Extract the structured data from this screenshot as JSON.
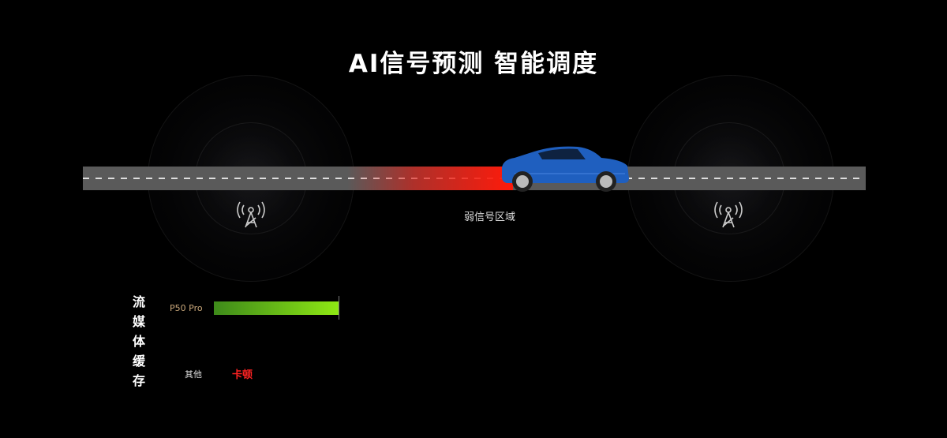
{
  "title": "AI信号预测  智能调度",
  "road": {
    "weak_signal_label": "弱信号区域"
  },
  "towers": [
    {
      "icon": "signal-tower-icon"
    },
    {
      "icon": "signal-tower-icon"
    }
  ],
  "cache": {
    "vertical_label": [
      "流",
      "媒",
      "体",
      "缓",
      "存"
    ],
    "items": [
      {
        "label": "P50 Pro",
        "buffer_percent": 100,
        "color": "#8ee814"
      },
      {
        "label": "其他",
        "status": "卡顿",
        "color": "#ff2222"
      }
    ]
  },
  "colors": {
    "car": "#1f5fbf",
    "weak_zone": "#ff1a0a",
    "road": "#5a5a5a"
  }
}
